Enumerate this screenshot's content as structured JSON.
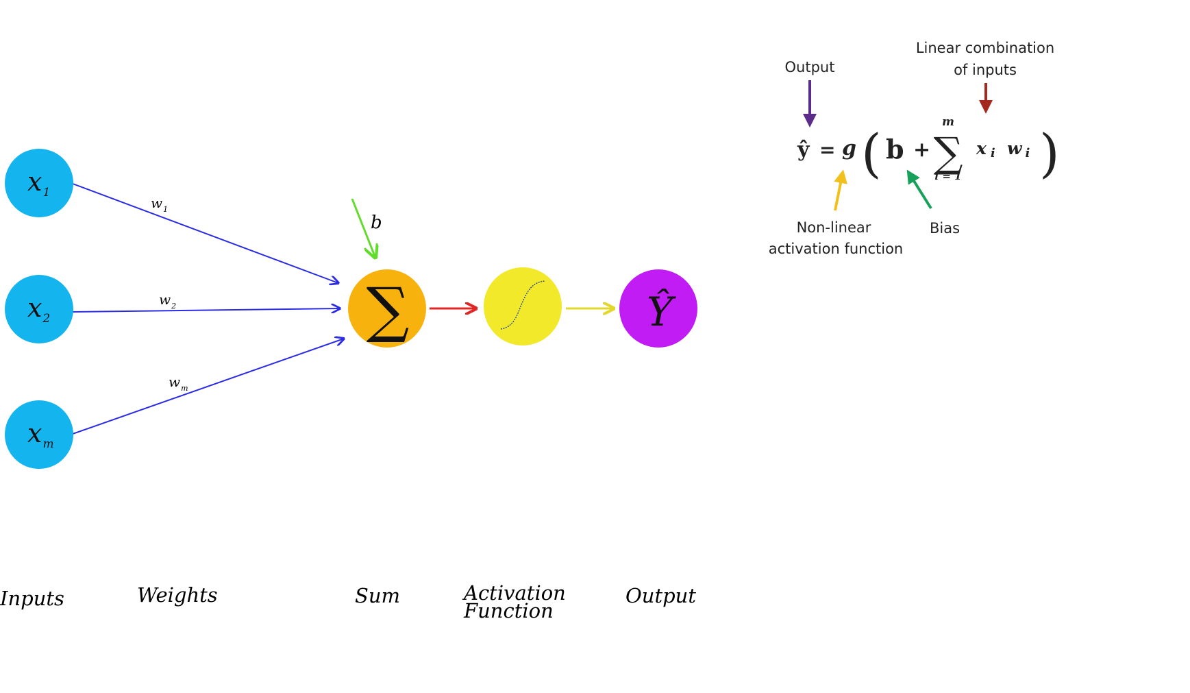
{
  "colors": {
    "input_node": "#14b4ee",
    "sum_node": "#f7b20e",
    "activation_node": "#f1e92a",
    "output_node": "#c21cf5",
    "weight_arrow": "#2b2be6",
    "bias_arrow": "#62dc2c",
    "sum_to_activation_arrow": "#e02727",
    "activation_to_output_arrow": "#e2d72b",
    "annot_output_arrow": "#5b2c8a",
    "annot_linear_arrow": "#a3291e",
    "annot_activation_arrow": "#f2c01c",
    "annot_bias_arrow": "#17a05a"
  },
  "inputs": [
    {
      "var": "x",
      "sub": "1"
    },
    {
      "var": "x",
      "sub": "2"
    },
    {
      "var": "x",
      "sub": "m"
    }
  ],
  "weights": [
    {
      "var": "w",
      "sub": "1"
    },
    {
      "var": "w",
      "sub": "2"
    },
    {
      "var": "w",
      "sub": "m"
    }
  ],
  "bias_label": "b",
  "sum_symbol": "∑",
  "activation_icon": "sigmoid-curve-icon",
  "output_symbol": "Ŷ",
  "stage_labels": {
    "inputs": "Inputs",
    "weights": "Weights",
    "sum": "Sum",
    "activation_line1": "Activation",
    "activation_line2": "Function",
    "output": "Output"
  },
  "equation": {
    "lhs": "ŷ",
    "equals": "=",
    "func": "g",
    "open_paren": "(",
    "bias": "b",
    "plus": "+",
    "sum_sign": "∑",
    "upper_limit": "m",
    "lower_limit": "i = 1",
    "term_x": "x",
    "term_x_sub": "i",
    "term_w": "w",
    "term_w_sub": "i",
    "close_paren": ")"
  },
  "annotations": {
    "output": "Output",
    "linear_line1": "Linear combination",
    "linear_line2": "of inputs",
    "activation_line1": "Non-linear",
    "activation_line2": "activation function",
    "bias": "Bias"
  }
}
